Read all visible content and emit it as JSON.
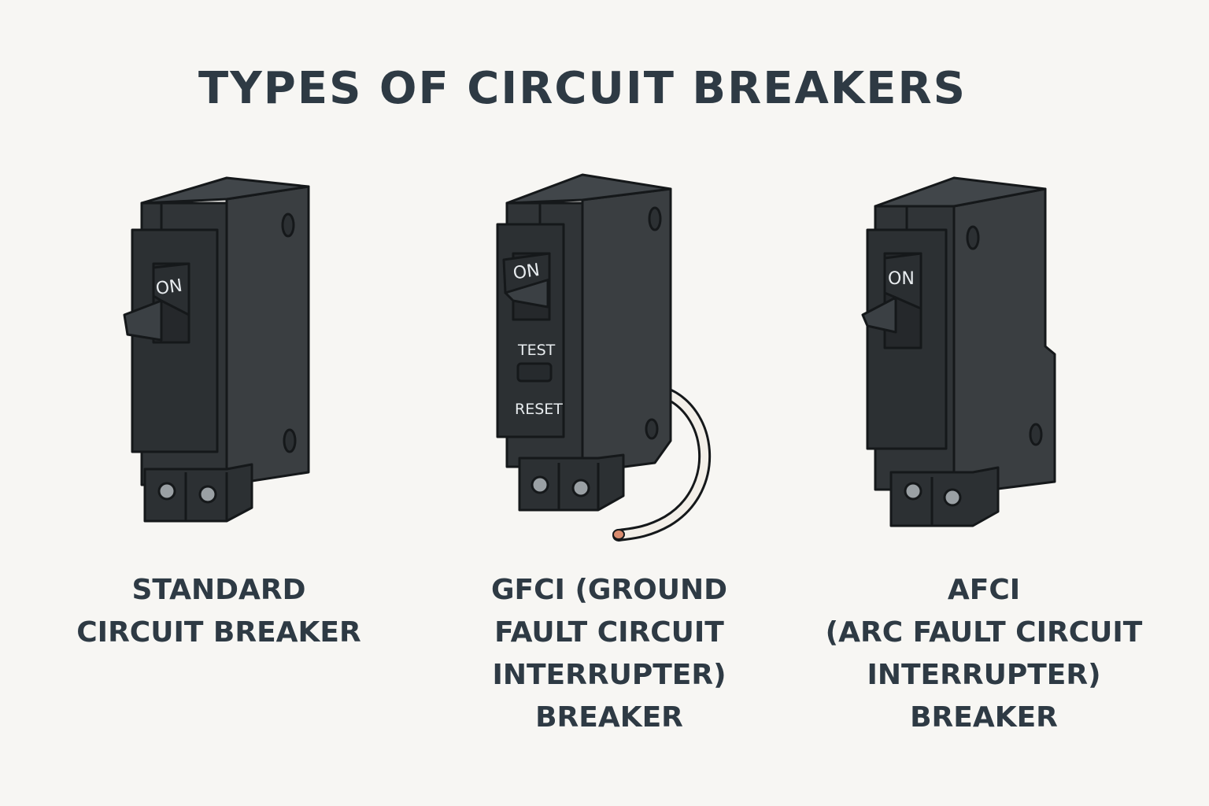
{
  "title": "TYPES OF CIRCUIT BREAKERS",
  "colors": {
    "background": "#f7f6f3",
    "breaker_body": "#33373a",
    "breaker_outline": "#15181a",
    "text": "#2e3a44",
    "wire": "#f3efe8",
    "wire_tip": "#d98b6e"
  },
  "breakers": [
    {
      "switch_label": "ON",
      "caption_lines": [
        "STANDARD",
        "CIRCUIT BREAKER"
      ]
    },
    {
      "switch_label": "ON",
      "test_label": "TEST",
      "reset_label": "RESET",
      "caption_lines": [
        "GFCI (GROUND",
        "FAULT CIRCUIT",
        "INTERRUPTER)",
        "BREAKER"
      ]
    },
    {
      "switch_label": "ON",
      "caption_lines": [
        "AFCI",
        "(ARC FAULT CIRCUIT",
        "INTERRUPTER)",
        "BREAKER"
      ]
    }
  ]
}
